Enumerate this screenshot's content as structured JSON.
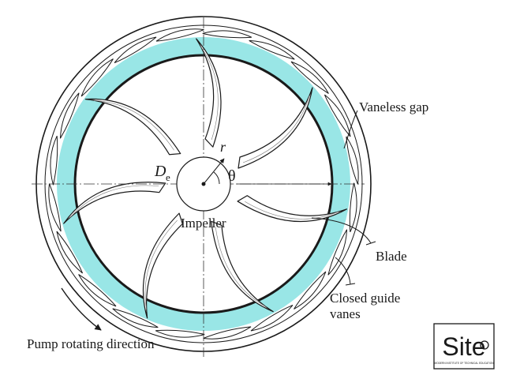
{
  "labels": {
    "vaneless_gap": "Vaneless gap",
    "r": "r",
    "theta": "θ",
    "de_main": "D",
    "de_sub": "e",
    "impeller": "Impeller",
    "blade": "Blade",
    "closed_guide_line1": "Closed guide",
    "closed_guide_line2": "vanes",
    "pump_rotating": "Pump rotating direction"
  },
  "logo": {
    "wordmark": "Site",
    "tagline": "MODERN INSTITUTE OF TECHNICAL EDUCATION"
  },
  "colors": {
    "gap_fill": "#99e6e6",
    "line": "#1a1a1a",
    "vane_fill": "#ffffff",
    "background": "#ffffff"
  },
  "counts": {
    "impeller_blades": 7,
    "guide_vanes": 20
  }
}
